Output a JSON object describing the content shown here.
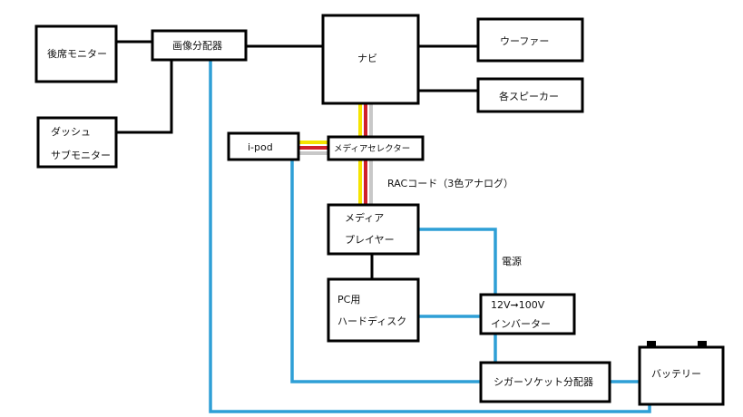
{
  "boxes": {
    "rear_monitor": "後席モニター",
    "dash_sub_monitor_line1": "ダッシュ",
    "dash_sub_monitor_line2": "サブモニター",
    "video_splitter": "画像分配器",
    "navi": "ナビ",
    "woofer": "ウーファー",
    "speakers": "各スピーカー",
    "ipod": "i-pod",
    "media_selector": "メディアセレクター",
    "media_player_line1": "メディア",
    "media_player_line2": "プレイヤー",
    "pc_hdd_line1": "PC用",
    "pc_hdd_line2": "ハードディスク",
    "inverter_line1": "12V➞100V",
    "inverter_line2": "インバーター",
    "cigar_splitter": "シガーソケット分配器",
    "battery": "バッテリー"
  },
  "annotations": {
    "rca_cord": "RACコード（3色アナログ）",
    "power": "電源"
  },
  "colors": {
    "signal_line": "#000000",
    "power_line": "#2e9fd6",
    "rca_yellow": "#f5e400",
    "rca_red": "#d0202a",
    "rca_white": "#c8c8c8"
  }
}
